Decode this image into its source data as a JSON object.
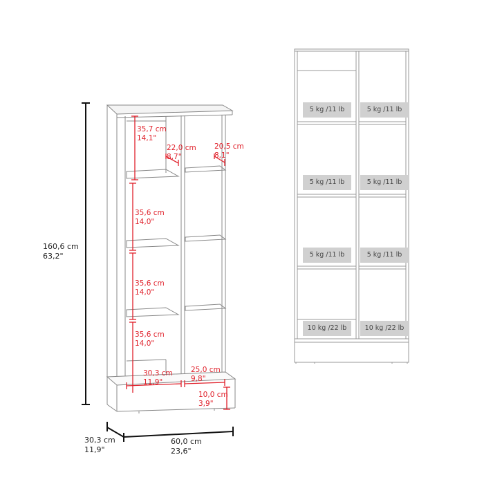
{
  "colors": {
    "dimension_red": "#e0212b",
    "outline": "#888888",
    "load_box": "#d0d0d0",
    "black_dim": "#111111"
  },
  "left_view": {
    "overall_height": {
      "cm": "160,6 cm",
      "in": "63,2\""
    },
    "depth": {
      "cm": "30,3 cm",
      "in": "11,9\""
    },
    "width": {
      "cm": "60,0 cm",
      "in": "23,6\""
    },
    "compartments": [
      {
        "cm": "35,7 cm",
        "in": "14,1\""
      },
      {
        "cm": "35,6 cm",
        "in": "14,0\""
      },
      {
        "cm": "35,6 cm",
        "in": "14,0\""
      },
      {
        "cm": "35,6 cm",
        "in": "14,0\""
      }
    ],
    "shelf_depth_left": {
      "cm": "22,0 cm",
      "in": "8,7\""
    },
    "shelf_depth_right": {
      "cm": "20,5 cm",
      "in": "8,1\""
    },
    "inner_width_left": {
      "cm": "30,3 cm",
      "in": "11,9\""
    },
    "inner_width_right": {
      "cm": "25,0 cm",
      "in": "9,8\""
    },
    "base_height": {
      "cm": "10,0 cm",
      "in": "3,9\""
    }
  },
  "right_view": {
    "load_ratings": [
      [
        "5 kg /11 lb",
        "5 kg /11 lb"
      ],
      [
        "5 kg /11 lb",
        "5 kg /11 lb"
      ],
      [
        "5 kg /11 lb",
        "5 kg /11 lb"
      ],
      [
        "10 kg /22 lb",
        "10 kg /22 lb"
      ]
    ]
  }
}
